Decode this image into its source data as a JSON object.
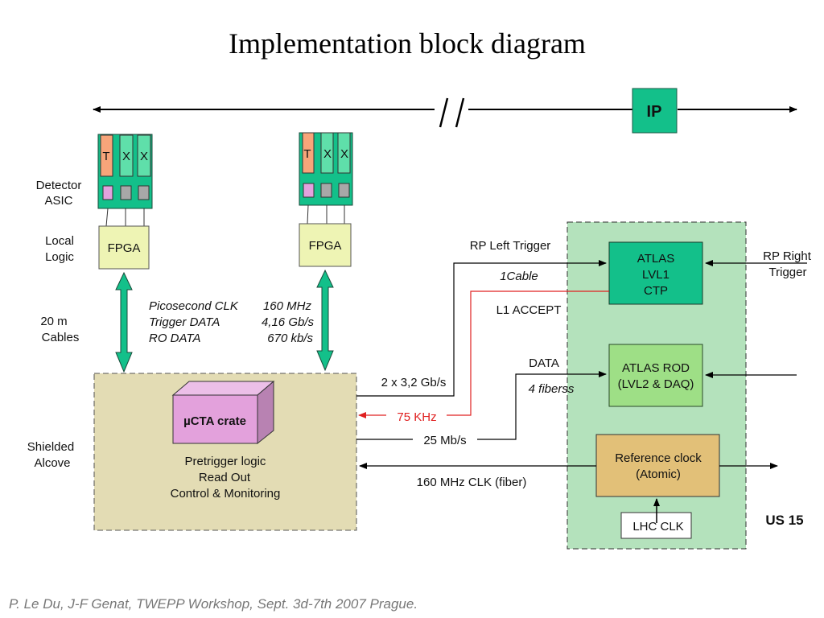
{
  "title": "Implementation block diagram",
  "colors": {
    "asic_green": "#13c08a",
    "channel_green": "#5fdfaa",
    "t_orange": "#f7a57a",
    "pad_pink": "#e2a2de",
    "pad_gray": "#a8a8a8",
    "fpga_yellow": "#eef4b4",
    "alcove_tan": "#e3dcb4",
    "crate_pink": "#e3a1dc",
    "us15_green": "#b4e2bc",
    "ctp_green": "#13c08a",
    "rod_green": "#9edf86",
    "refclk_tan": "#e2c078",
    "red_line": "#e02020"
  },
  "beamline": {
    "break_symbol": "//",
    "ip_label": "IP"
  },
  "left_labels": {
    "detector_asic": [
      "Detector",
      "ASIC"
    ],
    "local_logic": [
      "Local",
      "Logic"
    ],
    "cables": [
      "20 m",
      "Cables"
    ],
    "shielded_alcove": [
      "Shielded",
      "Alcove"
    ]
  },
  "asics": [
    {
      "channels": [
        "T",
        "X",
        "X"
      ]
    },
    {
      "channels": [
        "T",
        "X",
        "X"
      ]
    }
  ],
  "fpgas": [
    {
      "label": "FPGA"
    },
    {
      "label": "FPGA"
    }
  ],
  "cable_specs": [
    {
      "name": "Picosecond CLK",
      "value": "160 MHz"
    },
    {
      "name": "Trigger DATA",
      "value": "4,16 Gb/s"
    },
    {
      "name": "RO DATA",
      "value": "670 kb/s"
    }
  ],
  "alcove": {
    "crate_label": "µCTA crate",
    "functions": [
      "Pretrigger logic",
      "Read Out",
      "Control & Monitoring"
    ]
  },
  "links": {
    "rp_left_trigger": "RP Left Trigger",
    "one_cable": "1Cable",
    "l1_accept": "L1 ACCEPT",
    "trigger_rate": "2 x 3,2 Gb/s",
    "accept_rate": "75 KHz",
    "data": "DATA",
    "four_fibers": "4 fiberss",
    "data_rate": "25 Mb/s",
    "clk_fiber": "160 MHz CLK (fiber)",
    "rp_right_trigger": [
      "RP Right",
      "Trigger"
    ]
  },
  "us15": {
    "label": "US 15",
    "ctp": [
      "ATLAS",
      "LVL1",
      "CTP"
    ],
    "rod": [
      "ATLAS ROD",
      "(LVL2 & DAQ)"
    ],
    "refclk": [
      "Reference clock",
      "(Atomic)"
    ],
    "lhc_clk": "LHC CLK"
  },
  "footer": "P. Le Du,   J-F Genat,   TWEPP  Workshop,   Sept. 3d-7th   2007 Prague."
}
